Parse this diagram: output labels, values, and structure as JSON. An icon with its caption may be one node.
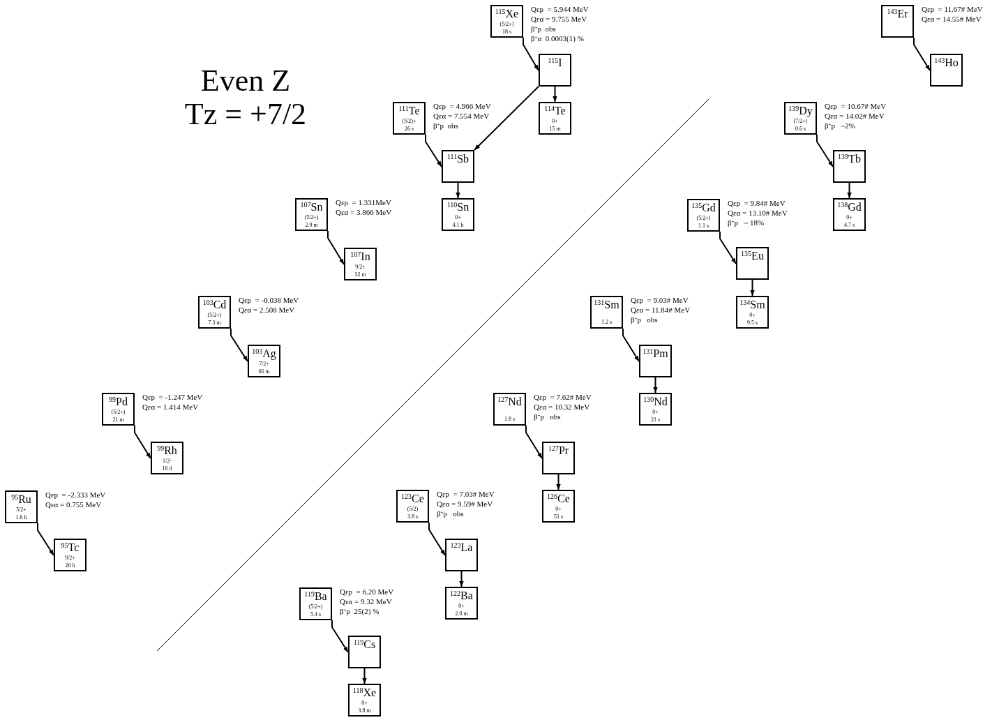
{
  "diagram": {
    "title": "Even Z Tz = +7/2",
    "nodes": [
      {
        "text": [
          "$^{115}$Xe",
          "(5/2+)",
          "18 s"
        ],
        "beside": [
          "Qεp  = 5.944 MeV",
          "Qεα = 9.755 MeV",
          "β$^{+}$p  obs",
          "β$^{+}$α  0.0003(1) %"
        ]
      },
      {
        "text": [
          "$^{115}$I"
        ]
      },
      {
        "text": [
          "$^{114}$Te",
          "0+",
          "15 m"
        ]
      },
      {
        "text": [
          "$^{111}$Te",
          "(5/2)+",
          "26 s"
        ],
        "beside": [
          "Qεp  = 4.966 MeV",
          "Qεα = 7.554 MeV",
          "β$^{+}$p  obs"
        ]
      },
      {
        "text": [
          "$^{111}$Sb"
        ]
      },
      {
        "text": [
          "$^{110}$Sn",
          "0+",
          "4.1 h"
        ]
      },
      {
        "text": [
          "$^{143}$Er"
        ],
        "beside": [
          "Qεp  = 11.67# MeV",
          "Qεα = 14.55# MeV"
        ]
      },
      {
        "text": [
          "$^{143}$Ho"
        ]
      },
      {
        "text": [
          "$^{139}$Dy",
          "(7/2+)",
          "0.6 s"
        ],
        "beside": [
          "Qεp  = 10.67# MeV",
          "Qεα = 14.02# MeV",
          "β$^{+}$p   ~2%"
        ]
      },
      {
        "text": [
          "$^{139}$Tb"
        ]
      },
      {
        "text": [
          "$^{138}$Gd",
          "0+",
          "4.7 s"
        ]
      },
      {
        "text": [
          "$^{107}$Sn",
          "(5/2+)",
          "2.9 m"
        ],
        "beside": [
          "Qεp  = 1.331MeV",
          "Qεα = 3.866 MeV"
        ]
      },
      {
        "text": [
          "$^{107}$In",
          "9/2+",
          "32 m"
        ]
      },
      {
        "text": [
          "$^{135}$Gd",
          "(5/2+)",
          "1.1 s"
        ],
        "beside": [
          "Qεp  = 9.84# MeV",
          "Qεα = 13.10# MeV",
          "β$^{+}$p   ~ 18%"
        ]
      },
      {
        "text": [
          "$^{135}$Eu"
        ]
      },
      {
        "text": [
          "$^{134}$Sm",
          "0+",
          "9.5 s"
        ]
      },
      {
        "text": [
          "$^{103}$Cd",
          "(5/2+)",
          "7.3 m"
        ],
        "beside": [
          "Qεp  = -0.038 MeV",
          "Qεα = 2.508 MeV"
        ]
      },
      {
        "text": [
          "$^{103}$Ag",
          "7/2+",
          "66 m"
        ]
      },
      {
        "text": [
          "$^{131}$Sm",
          "1.2 s"
        ],
        "beside": [
          "Qεp  = 9.03# MeV",
          "Qεα = 11.84# MeV",
          "β$^{+}$p   obs"
        ]
      },
      {
        "text": [
          "$^{131}$Pm"
        ]
      },
      {
        "text": [
          "$^{130}$Nd",
          "0+",
          "21 s"
        ]
      },
      {
        "text": [
          "$^{99}$Pd",
          "(5/2+)",
          "21 m"
        ],
        "beside": [
          "Qεp  = -1.247 MeV",
          "Qεα = 1.414 MeV"
        ]
      },
      {
        "text": [
          "$^{99}$Rh",
          "1/2-",
          "16 d"
        ]
      },
      {
        "text": [
          "$^{127}$Nd",
          "1.8 s"
        ],
        "beside": [
          "Qεp  = 7.62# MeV",
          "Qεα = 10.32 MeV",
          "β$^{+}$p   obs"
        ]
      },
      {
        "text": [
          "$^{127}$Pr"
        ]
      },
      {
        "text": [
          "$^{126}$Ce",
          "0+",
          "51 s"
        ]
      },
      {
        "text": [
          "$^{95}$Ru",
          "5/2+",
          "1.6 h"
        ],
        "beside": [
          "Qεp  = -2.333 MeV",
          "Qεα = 0.755 MeV"
        ]
      },
      {
        "text": [
          "$^{95}$Tc",
          "9/2+",
          "20 h"
        ]
      },
      {
        "text": [
          "$^{123}$Ce",
          "(5/2)",
          "3.8 s"
        ],
        "beside": [
          "Qεp  = 7.03# MeV",
          "Qεα = 9.59# MeV",
          "β$^{+}$p   obs"
        ]
      },
      {
        "text": [
          "$^{123}$La"
        ]
      },
      {
        "text": [
          "$^{122}$Ba",
          "0+",
          "2.0 m"
        ]
      },
      {
        "text": [
          "$^{119}$Ba",
          "(5/2+)",
          "5.4 s"
        ],
        "beside": [
          "Qεp  = 6.20 MeV",
          "Qεα = 9.32 MeV",
          "β$^{+}$p  25(2) %"
        ]
      },
      {
        "text": [
          "$^{119}$Cs"
        ]
      },
      {
        "text": [
          "$^{118}$Xe",
          "0+",
          "3.8 m"
        ]
      }
    ],
    "edges": [
      {
        "from": 0,
        "to": 1,
        "arrow": "to"
      },
      {
        "from": 1,
        "to": 2,
        "arrow": "to"
      },
      {
        "from": 1,
        "to": 4,
        "arrow": "to"
      },
      {
        "from": 3,
        "to": 4,
        "arrow": "to"
      },
      {
        "from": 4,
        "to": 5,
        "arrow": "to"
      },
      {
        "from": 6,
        "to": 7,
        "arrow": "to"
      },
      {
        "from": 8,
        "to": 9,
        "arrow": "to"
      },
      {
        "from": 9,
        "to": 10,
        "arrow": "to"
      },
      {
        "from": 11,
        "to": 12,
        "arrow": "to"
      },
      {
        "from": 13,
        "to": 14,
        "arrow": "to"
      },
      {
        "from": 14,
        "to": 15,
        "arrow": "to"
      },
      {
        "from": 16,
        "to": 17,
        "arrow": "to"
      },
      {
        "from": 18,
        "to": 19,
        "arrow": "to"
      },
      {
        "from": 19,
        "to": 20,
        "arrow": "to"
      },
      {
        "from": 21,
        "to": 22,
        "arrow": "to"
      },
      {
        "from": 23,
        "to": 24,
        "arrow": "to"
      },
      {
        "from": 24,
        "to": 25,
        "arrow": "to"
      },
      {
        "from": 26,
        "to": 27,
        "arrow": "to"
      },
      {
        "from": 28,
        "to": 29,
        "arrow": "to"
      },
      {
        "from": 29,
        "to": 30,
        "arrow": "to"
      },
      {
        "from": 31,
        "to": 32,
        "arrow": "to"
      },
      {
        "from": 32,
        "to": 33,
        "arrow": "to"
      }
    ]
  }
}
